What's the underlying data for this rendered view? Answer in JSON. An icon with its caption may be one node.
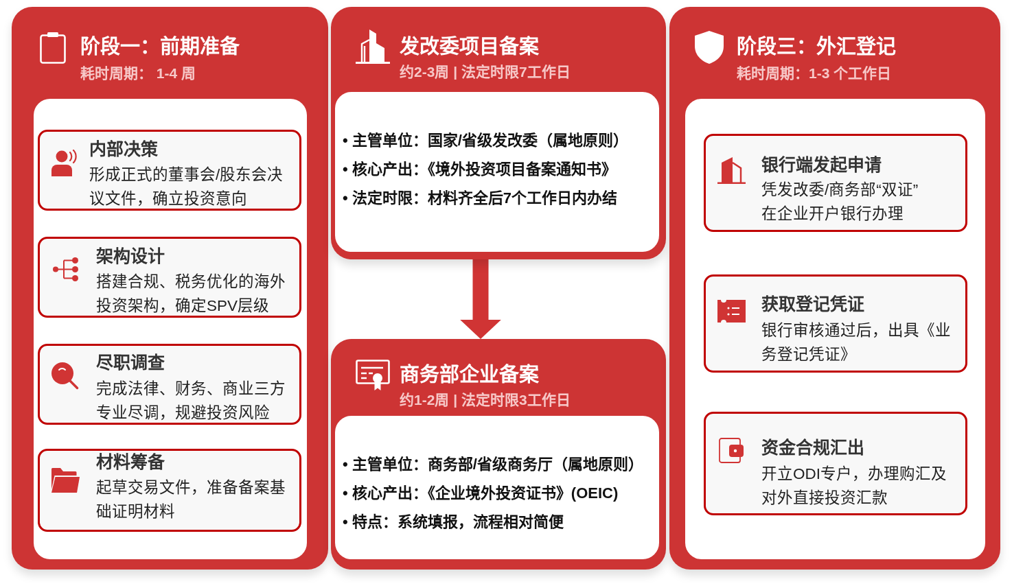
{
  "diagram": {
    "nodes": [
      {
        "text": [
          "阶段一：前期准备",
          "耗时周期： 1-4 周"
        ]
      },
      {
        "text": [
          "内部决策",
          "形成正式的董事会/股东会决议文件，确立投资意向"
        ],
        "in": 0
      },
      {
        "text": [
          "架构设计",
          "搭建合规、税务优化的海外投资架构，确定SPV层级"
        ],
        "in": 0
      },
      {
        "text": [
          "尽职调查",
          "完成法律、财务、商业三方专业尽调，规避投资风险"
        ],
        "in": 0
      },
      {
        "text": [
          "材料筹备",
          "起草交易文件，准备备案基础证明材料"
        ],
        "in": 0
      },
      {
        "text": [
          "发改委项目备案",
          "约2-3周 | 法定时限7工作日",
          "• 主管单位：国家/省级发改委（属地原则）",
          "• 核心产出：《境外投资项目备案通知书》",
          "• 法定时限：材料齐全后7个工作日内办结"
        ]
      },
      {
        "text": [
          "商务部企业备案",
          "约1-2周 | 法定时限3工作日",
          "• 主管单位：商务部/省级商务厅（属地原则）",
          "• 核心产出：《企业境外投资证书》(OEIC)",
          "• 特点：系统填报，流程相对简便"
        ]
      },
      {
        "text": [
          "阶段三：外汇登记",
          "耗时周期：1-3 个工作日"
        ]
      },
      {
        "text": [
          "银行端发起申请",
          "凭发改委/商务部“双证”在企业开户银行办理"
        ],
        "in": 7
      },
      {
        "text": [
          "获取登记凭证",
          "银行审核通过后，出具《业务登记凭证》"
        ],
        "in": 7
      },
      {
        "text": [
          "资金合规汇出",
          "开立ODI专户，办理购汇及对外直接投资汇款"
        ],
        "in": 7
      }
    ],
    "edges": [
      {
        "from": 5,
        "to": 6,
        "arrow": "to"
      }
    ]
  }
}
